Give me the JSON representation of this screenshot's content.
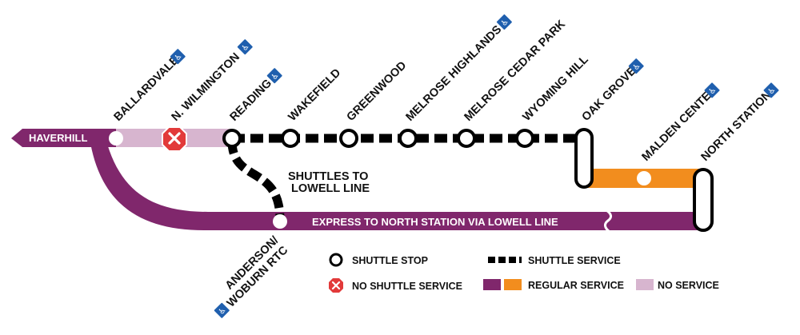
{
  "colors": {
    "regular_purple": "#80276c",
    "regular_orange": "#f28d1e",
    "no_service": "#d7b5cf",
    "shuttle": "#000000",
    "no_shuttle_red": "#e23a3a",
    "accessible_blue": "#1f5fae"
  },
  "line": {
    "terminus": "HAVERHILL",
    "express_label": "EXPRESS TO NORTH STATION VIA LOWELL LINE",
    "shuttle_note_line1": "SHUTTLES TO",
    "shuttle_note_line2": "LOWELL LINE"
  },
  "stations": [
    {
      "id": "ballardvale",
      "name": "BALLARDVALE",
      "accessible": true
    },
    {
      "id": "n-wilmington",
      "name": "N. WILMINGTON",
      "accessible": true
    },
    {
      "id": "reading",
      "name": "READING",
      "accessible": true
    },
    {
      "id": "wakefield",
      "name": "WAKEFIELD",
      "accessible": false
    },
    {
      "id": "greenwood",
      "name": "GREENWOOD",
      "accessible": false
    },
    {
      "id": "melrose-highlands",
      "name": "MELROSE HIGHLANDS",
      "accessible": true
    },
    {
      "id": "melrose-cedar-park",
      "name": "MELROSE CEDAR PARK",
      "accessible": false
    },
    {
      "id": "wyoming-hill",
      "name": "WYOMING HILL",
      "accessible": false
    },
    {
      "id": "oak-grove",
      "name": "OAK GROVE",
      "accessible": true
    },
    {
      "id": "malden-center",
      "name": "MALDEN CENTER",
      "accessible": true
    },
    {
      "id": "north-station",
      "name": "NORTH STATION",
      "accessible": true
    },
    {
      "id": "anderson-woburn",
      "name_line1": "ANDERSON/",
      "name_line2": "WOBURN RTC",
      "accessible": true
    }
  ],
  "legend": {
    "shuttle_stop": "SHUTTLE STOP",
    "shuttle_service": "SHUTTLE SERVICE",
    "no_shuttle_service": "NO SHUTTLE SERVICE",
    "regular_service": "REGULAR SERVICE",
    "no_service": "NO SERVICE"
  }
}
